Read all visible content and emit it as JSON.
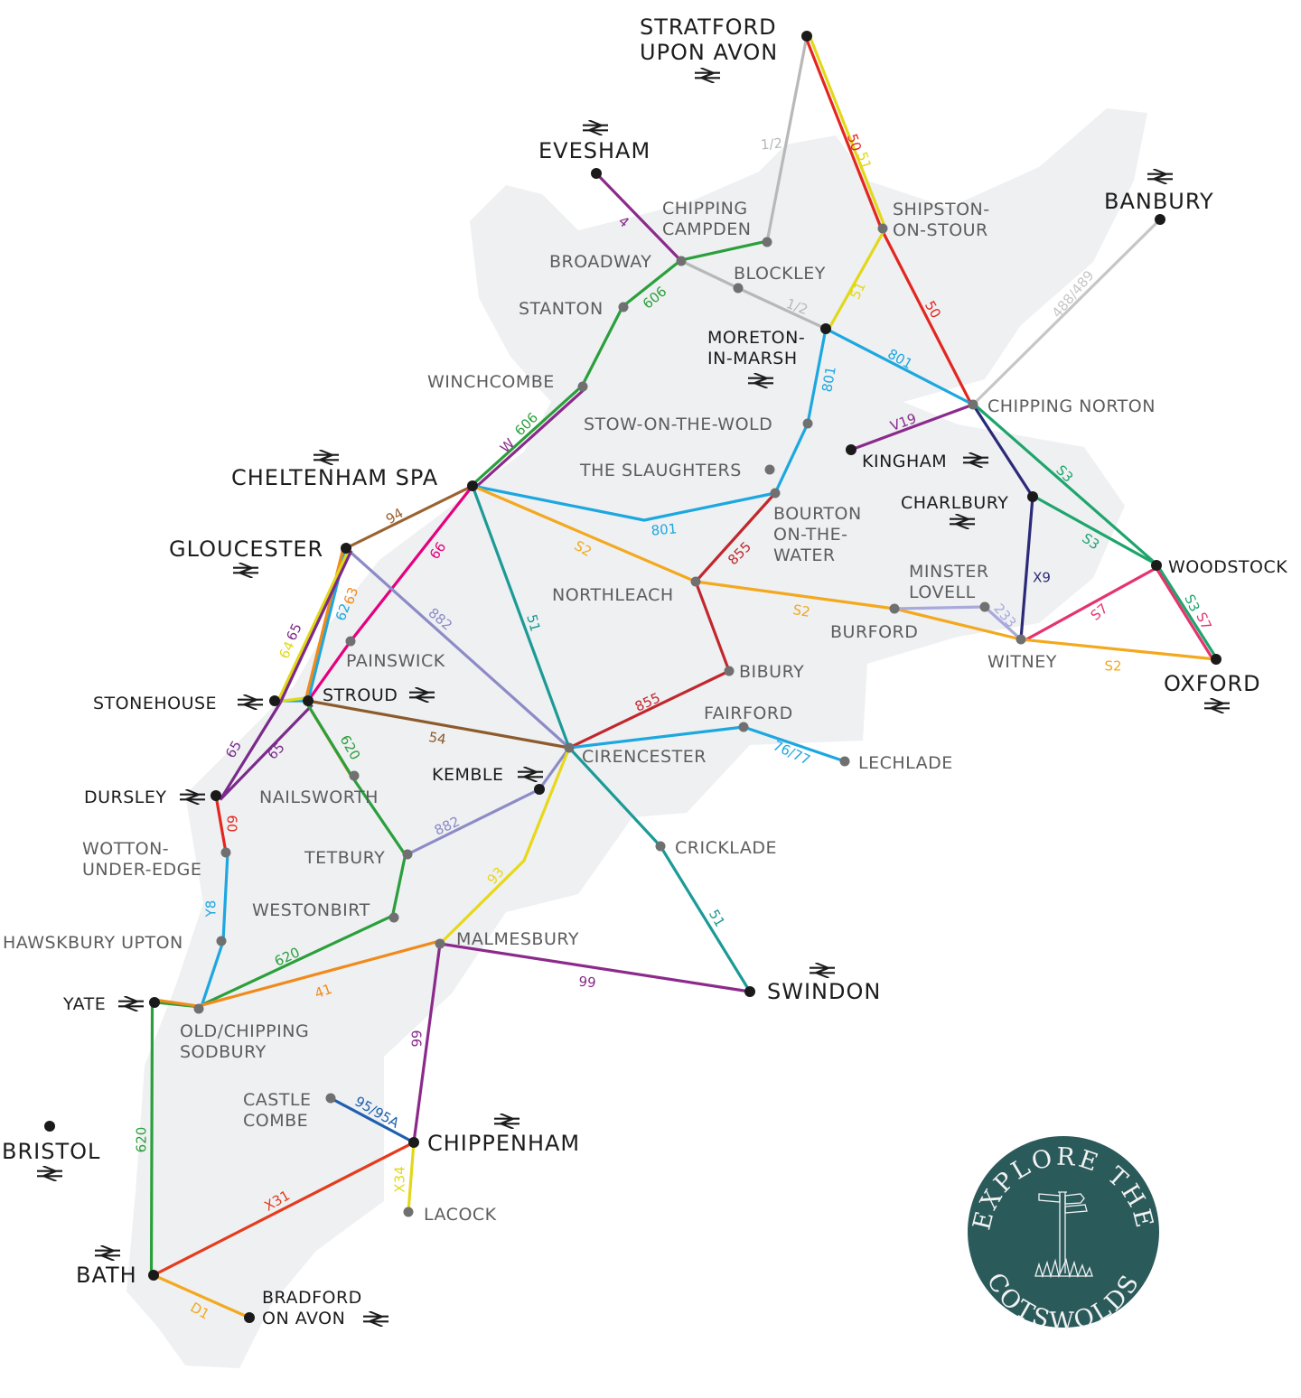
{
  "colors": {
    "land": "#eef0f2",
    "terminus_dot": "#1a1a1a",
    "stop_dot": "#707070",
    "logo_bg": "#2b5a5b"
  },
  "stations": [
    {
      "id": "stratford",
      "label": [
        "STRATFORD",
        "UPON AVON"
      ],
      "rail": true,
      "terminus": true,
      "style": "major"
    },
    {
      "id": "evesham",
      "label": [
        "EVESHAM"
      ],
      "rail": true,
      "terminus": true,
      "style": "major"
    },
    {
      "id": "banbury",
      "label": [
        "BANBURY"
      ],
      "rail": true,
      "terminus": true,
      "style": "major"
    },
    {
      "id": "chipping_campden",
      "label": [
        "CHIPPING",
        "CAMPDEN"
      ],
      "rail": false,
      "terminus": false,
      "style": "grey"
    },
    {
      "id": "broadway",
      "label": [
        "BROADWAY"
      ],
      "rail": false,
      "terminus": false,
      "style": "grey"
    },
    {
      "id": "shipston",
      "label": [
        "SHIPSTON-",
        "ON-STOUR"
      ],
      "rail": false,
      "terminus": false,
      "style": "grey"
    },
    {
      "id": "blockley",
      "label": [
        "BLOCKLEY"
      ],
      "rail": false,
      "terminus": false,
      "style": "grey"
    },
    {
      "id": "stanton",
      "label": [
        "STANTON"
      ],
      "rail": false,
      "terminus": false,
      "style": "grey"
    },
    {
      "id": "moreton",
      "label": [
        "MORETON-",
        "IN-MARSH"
      ],
      "rail": true,
      "terminus": true,
      "style": "black"
    },
    {
      "id": "winchcombe",
      "label": [
        "WINCHCOMBE"
      ],
      "rail": false,
      "terminus": false,
      "style": "grey"
    },
    {
      "id": "chipping_norton",
      "label": [
        "CHIPPING NORTON"
      ],
      "rail": false,
      "terminus": false,
      "style": "grey"
    },
    {
      "id": "stow",
      "label": [
        "STOW-ON-THE-WOLD"
      ],
      "rail": false,
      "terminus": false,
      "style": "grey"
    },
    {
      "id": "kingham",
      "label": [
        "KINGHAM"
      ],
      "rail": true,
      "terminus": true,
      "style": "black"
    },
    {
      "id": "slaughters",
      "label": [
        "THE SLAUGHTERS"
      ],
      "rail": false,
      "terminus": false,
      "style": "grey"
    },
    {
      "id": "cheltenham",
      "label": [
        "CHELTENHAM SPA"
      ],
      "rail": true,
      "terminus": true,
      "style": "major"
    },
    {
      "id": "bourton",
      "label": [
        "BOURTON",
        "ON-THE-",
        "WATER"
      ],
      "rail": false,
      "terminus": false,
      "style": "grey"
    },
    {
      "id": "charlbury",
      "label": [
        "CHARLBURY"
      ],
      "rail": true,
      "terminus": true,
      "style": "black"
    },
    {
      "id": "gloucester",
      "label": [
        "GLOUCESTER"
      ],
      "rail": true,
      "terminus": true,
      "style": "major"
    },
    {
      "id": "woodstock",
      "label": [
        "WOODSTOCK"
      ],
      "rail": false,
      "terminus": true,
      "style": "black"
    },
    {
      "id": "northleach",
      "label": [
        "NORTHLEACH"
      ],
      "rail": false,
      "terminus": false,
      "style": "grey"
    },
    {
      "id": "minster_lovell",
      "label": [
        "MINSTER",
        "LOVELL"
      ],
      "rail": false,
      "terminus": false,
      "style": "grey"
    },
    {
      "id": "burford",
      "label": [
        "BURFORD"
      ],
      "rail": false,
      "terminus": false,
      "style": "grey"
    },
    {
      "id": "witney",
      "label": [
        "WITNEY"
      ],
      "rail": false,
      "terminus": false,
      "style": "grey"
    },
    {
      "id": "oxford",
      "label": [
        "OXFORD"
      ],
      "rail": true,
      "terminus": true,
      "style": "major"
    },
    {
      "id": "painswick",
      "label": [
        "PAINSWICK"
      ],
      "rail": false,
      "terminus": false,
      "style": "grey"
    },
    {
      "id": "bibury",
      "label": [
        "BIBURY"
      ],
      "rail": false,
      "terminus": false,
      "style": "grey"
    },
    {
      "id": "stonehouse",
      "label": [
        "STONEHOUSE"
      ],
      "rail": true,
      "terminus": true,
      "style": "black"
    },
    {
      "id": "stroud",
      "label": [
        "STROUD"
      ],
      "rail": true,
      "terminus": true,
      "style": "black"
    },
    {
      "id": "cirencester",
      "label": [
        "CIRENCESTER"
      ],
      "rail": false,
      "terminus": false,
      "style": "grey"
    },
    {
      "id": "fairford",
      "label": [
        "FAIRFORD"
      ],
      "rail": false,
      "terminus": false,
      "style": "grey"
    },
    {
      "id": "lechlade",
      "label": [
        "LECHLADE"
      ],
      "rail": false,
      "terminus": false,
      "style": "grey"
    },
    {
      "id": "kemble",
      "label": [
        "KEMBLE"
      ],
      "rail": true,
      "terminus": true,
      "style": "black"
    },
    {
      "id": "dursley",
      "label": [
        "DURSLEY"
      ],
      "rail": true,
      "terminus": true,
      "style": "black"
    },
    {
      "id": "nailsworth",
      "label": [
        "NAILSWORTH"
      ],
      "rail": false,
      "terminus": false,
      "style": "grey"
    },
    {
      "id": "wotton",
      "label": [
        "WOTTON-",
        "UNDER-EDGE"
      ],
      "rail": false,
      "terminus": false,
      "style": "grey"
    },
    {
      "id": "tetbury",
      "label": [
        "TETBURY"
      ],
      "rail": false,
      "terminus": false,
      "style": "grey"
    },
    {
      "id": "cricklade",
      "label": [
        "CRICKLADE"
      ],
      "rail": false,
      "terminus": false,
      "style": "grey"
    },
    {
      "id": "westonbirt",
      "label": [
        "WESTONBIRT"
      ],
      "rail": false,
      "terminus": false,
      "style": "grey"
    },
    {
      "id": "hawkesbury",
      "label": [
        "HAWSKBURY UPTON"
      ],
      "rail": false,
      "terminus": false,
      "style": "grey"
    },
    {
      "id": "malmesbury",
      "label": [
        "MALMESBURY"
      ],
      "rail": false,
      "terminus": false,
      "style": "grey"
    },
    {
      "id": "swindon",
      "label": [
        "SWINDON"
      ],
      "rail": true,
      "terminus": true,
      "style": "major"
    },
    {
      "id": "yate",
      "label": [
        "YATE"
      ],
      "rail": true,
      "terminus": true,
      "style": "black"
    },
    {
      "id": "sodbury",
      "label": [
        "OLD/CHIPPING",
        "SODBURY"
      ],
      "rail": false,
      "terminus": false,
      "style": "grey"
    },
    {
      "id": "castle_combe",
      "label": [
        "CASTLE",
        "COMBE"
      ],
      "rail": false,
      "terminus": false,
      "style": "grey"
    },
    {
      "id": "chippenham",
      "label": [
        "CHIPPENHAM"
      ],
      "rail": true,
      "terminus": true,
      "style": "major"
    },
    {
      "id": "bristol",
      "label": [
        "BRISTOL"
      ],
      "rail": true,
      "terminus": true,
      "style": "major"
    },
    {
      "id": "lacock",
      "label": [
        "LACOCK"
      ],
      "rail": false,
      "terminus": false,
      "style": "grey"
    },
    {
      "id": "bath",
      "label": [
        "BATH"
      ],
      "rail": true,
      "terminus": true,
      "style": "major"
    },
    {
      "id": "bradford",
      "label": [
        "BRADFORD",
        "ON AVON"
      ],
      "rail": true,
      "terminus": true,
      "style": "black"
    }
  ],
  "routes": [
    {
      "id": "r1_2",
      "number": "1/2",
      "color": "#b8b8b8",
      "paths": [
        [
          "stratford",
          "chipping_campden"
        ],
        [
          "broadway",
          "blockley",
          "moreton"
        ]
      ],
      "labels": [
        "1/2",
        "1/2"
      ]
    },
    {
      "id": "r50",
      "number": "50",
      "color": "#e3261f",
      "paths": [
        [
          "stratford",
          "shipston",
          "chipping_norton"
        ]
      ],
      "labels": [
        "50",
        "50"
      ]
    },
    {
      "id": "r51y",
      "number": "51",
      "color": "#e2d81a",
      "paths": [
        [
          "stratford",
          "shipston",
          "moreton"
        ]
      ],
      "labels": [
        "51",
        "51"
      ]
    },
    {
      "id": "r4",
      "number": "4",
      "color": "#8b2a8b",
      "paths": [
        [
          "evesham",
          "broadway"
        ]
      ],
      "labels": [
        "4"
      ]
    },
    {
      "id": "r606",
      "number": "606",
      "color": "#2a9f3b",
      "paths": [
        [
          "chipping_campden",
          "broadway",
          "stanton",
          "winchcombe",
          "cheltenham"
        ]
      ],
      "labels": [
        "606",
        "606"
      ]
    },
    {
      "id": "rW",
      "number": "W",
      "color": "#8b2a8b",
      "paths": [
        [
          "winchcombe",
          "cheltenham"
        ]
      ],
      "labels": [
        "W"
      ]
    },
    {
      "id": "r488",
      "number": "488/489",
      "color": "#c6c6c6",
      "paths": [
        [
          "banbury",
          "chipping_norton"
        ]
      ],
      "labels": [
        "488/489"
      ]
    },
    {
      "id": "r801",
      "number": "801",
      "color": "#1da7e0",
      "paths": [
        [
          "moreton",
          "chipping_norton"
        ],
        [
          "moreton",
          "stow",
          "bourton",
          "cheltenham"
        ]
      ],
      "labels": [
        "801",
        "801",
        "801"
      ]
    },
    {
      "id": "rV19",
      "number": "V19",
      "color": "#8b2a8b",
      "paths": [
        [
          "kingham",
          "chipping_norton"
        ]
      ],
      "labels": [
        "V19"
      ]
    },
    {
      "id": "rX9",
      "number": "X9",
      "color": "#2b2a78",
      "paths": [
        [
          "chipping_norton",
          "charlbury",
          "witney"
        ]
      ],
      "labels": [
        "X9"
      ]
    },
    {
      "id": "rS3",
      "number": "S3",
      "color": "#1ea56c",
      "paths": [
        [
          "chipping_norton",
          "woodstock",
          "oxford"
        ],
        [
          "charlbury",
          "woodstock"
        ]
      ],
      "labels": [
        "S3",
        "S3",
        "S3"
      ]
    },
    {
      "id": "rS7",
      "number": "S7",
      "color": "#e5336f",
      "paths": [
        [
          "witney",
          "woodstock",
          "oxford"
        ]
      ],
      "labels": [
        "S7",
        "S7"
      ]
    },
    {
      "id": "rS2",
      "number": "S2",
      "color": "#f4a81d",
      "paths": [
        [
          "cheltenham",
          "northleach",
          "burford",
          "witney",
          "oxford"
        ]
      ],
      "labels": [
        "S2",
        "S2",
        "S2"
      ]
    },
    {
      "id": "r233",
      "number": "233",
      "color": "#a9a9dc",
      "paths": [
        [
          "burford",
          "minster_lovell",
          "witney"
        ]
      ],
      "labels": [
        "233"
      ]
    },
    {
      "id": "r855",
      "number": "855",
      "color": "#c1272d",
      "paths": [
        [
          "bourton",
          "northleach",
          "bibury",
          "cirencester"
        ]
      ],
      "labels": [
        "855",
        "855"
      ]
    },
    {
      "id": "r94",
      "number": "94",
      "color": "#9a6330",
      "paths": [
        [
          "cheltenham",
          "gloucester"
        ]
      ],
      "labels": [
        "94"
      ]
    },
    {
      "id": "r66",
      "number": "66",
      "color": "#e5007d",
      "paths": [
        [
          "cheltenham",
          "painswick",
          "stroud"
        ]
      ],
      "labels": [
        "66"
      ]
    },
    {
      "id": "r51t",
      "number": "51",
      "color": "#1b9a96",
      "paths": [
        [
          "cheltenham",
          "cirencester",
          "cricklade",
          "swindon"
        ]
      ],
      "labels": [
        "51",
        "51"
      ]
    },
    {
      "id": "r882",
      "number": "882",
      "color": "#8d8bc6",
      "paths": [
        [
          "gloucester",
          "cirencester",
          "kemble",
          "tetbury"
        ]
      ],
      "labels": [
        "882",
        "882"
      ]
    },
    {
      "id": "r62",
      "number": "62",
      "color": "#1da7e0",
      "paths": [
        [
          "gloucester",
          "stroud"
        ],
        [
          "stonehouse",
          "stroud"
        ]
      ],
      "labels": [
        "62"
      ]
    },
    {
      "id": "r63",
      "number": "63",
      "color": "#f08a1b",
      "paths": [
        [
          "gloucester",
          "stroud",
          "nailsworth"
        ]
      ],
      "labels": [
        "63"
      ]
    },
    {
      "id": "r64",
      "number": "64",
      "color": "#e2d81a",
      "paths": [
        [
          "gloucester",
          "stonehouse",
          "stroud"
        ]
      ],
      "labels": [
        "64"
      ]
    },
    {
      "id": "r65",
      "number": "65",
      "color": "#7b2a8b",
      "paths": [
        [
          "gloucester",
          "stonehouse",
          "dursley"
        ],
        [
          "stroud",
          "dursley"
        ]
      ],
      "labels": [
        "65",
        "65",
        "65"
      ]
    },
    {
      "id": "r54",
      "number": "54",
      "color": "#8c5a2b",
      "paths": [
        [
          "stroud",
          "cirencester"
        ]
      ],
      "labels": [
        "54"
      ]
    },
    {
      "id": "r620",
      "number": "620",
      "color": "#2a9f3b",
      "paths": [
        [
          "stroud",
          "nailsworth",
          "tetbury",
          "westonbirt",
          "sodbury",
          "yate",
          "bath"
        ]
      ],
      "labels": [
        "620",
        "620",
        "620"
      ]
    },
    {
      "id": "r60",
      "number": "60",
      "color": "#e3261f",
      "paths": [
        [
          "dursley",
          "wotton"
        ]
      ],
      "labels": [
        "60"
      ]
    },
    {
      "id": "rY8",
      "number": "Y8",
      "color": "#1da7e0",
      "paths": [
        [
          "wotton",
          "hawkesbury",
          "sodbury"
        ]
      ],
      "labels": [
        "Y8"
      ]
    },
    {
      "id": "r41",
      "number": "41",
      "color": "#f08a1b",
      "paths": [
        [
          "malmesbury",
          "sodbury",
          "yate"
        ]
      ],
      "labels": [
        "41"
      ]
    },
    {
      "id": "r93",
      "number": "93",
      "color": "#e8d81a",
      "paths": [
        [
          "cirencester",
          "malmesbury"
        ]
      ],
      "labels": [
        "93"
      ]
    },
    {
      "id": "r99",
      "number": "99",
      "color": "#8b2a8b",
      "paths": [
        [
          "malmesbury",
          "swindon"
        ],
        [
          "malmesbury",
          "chippenham"
        ]
      ],
      "labels": [
        "99",
        "99"
      ]
    },
    {
      "id": "r76",
      "number": "76/77",
      "color": "#1da7e0",
      "paths": [
        [
          "cirencester",
          "fairford",
          "lechlade"
        ]
      ],
      "labels": [
        "76/77"
      ]
    },
    {
      "id": "r95",
      "number": "95/95A",
      "color": "#1f5fae",
      "paths": [
        [
          "castle_combe",
          "chippenham"
        ]
      ],
      "labels": [
        "95/95A"
      ]
    },
    {
      "id": "rX34",
      "number": "X34",
      "color": "#e2d81a",
      "paths": [
        [
          "chippenham",
          "lacock"
        ]
      ],
      "labels": [
        "X34"
      ]
    },
    {
      "id": "rX31",
      "number": "X31",
      "color": "#e53b1c",
      "paths": [
        [
          "chippenham",
          "bath"
        ]
      ],
      "labels": [
        "X31"
      ]
    },
    {
      "id": "rD1",
      "number": "D1",
      "color": "#f4a81d",
      "paths": [
        [
          "bath",
          "bradford"
        ]
      ],
      "labels": [
        "D1"
      ]
    }
  ],
  "logo": {
    "top_text": "EXPLORE THE",
    "bottom_text": "COTSWOLDS",
    "icon": "signpost-icon"
  }
}
